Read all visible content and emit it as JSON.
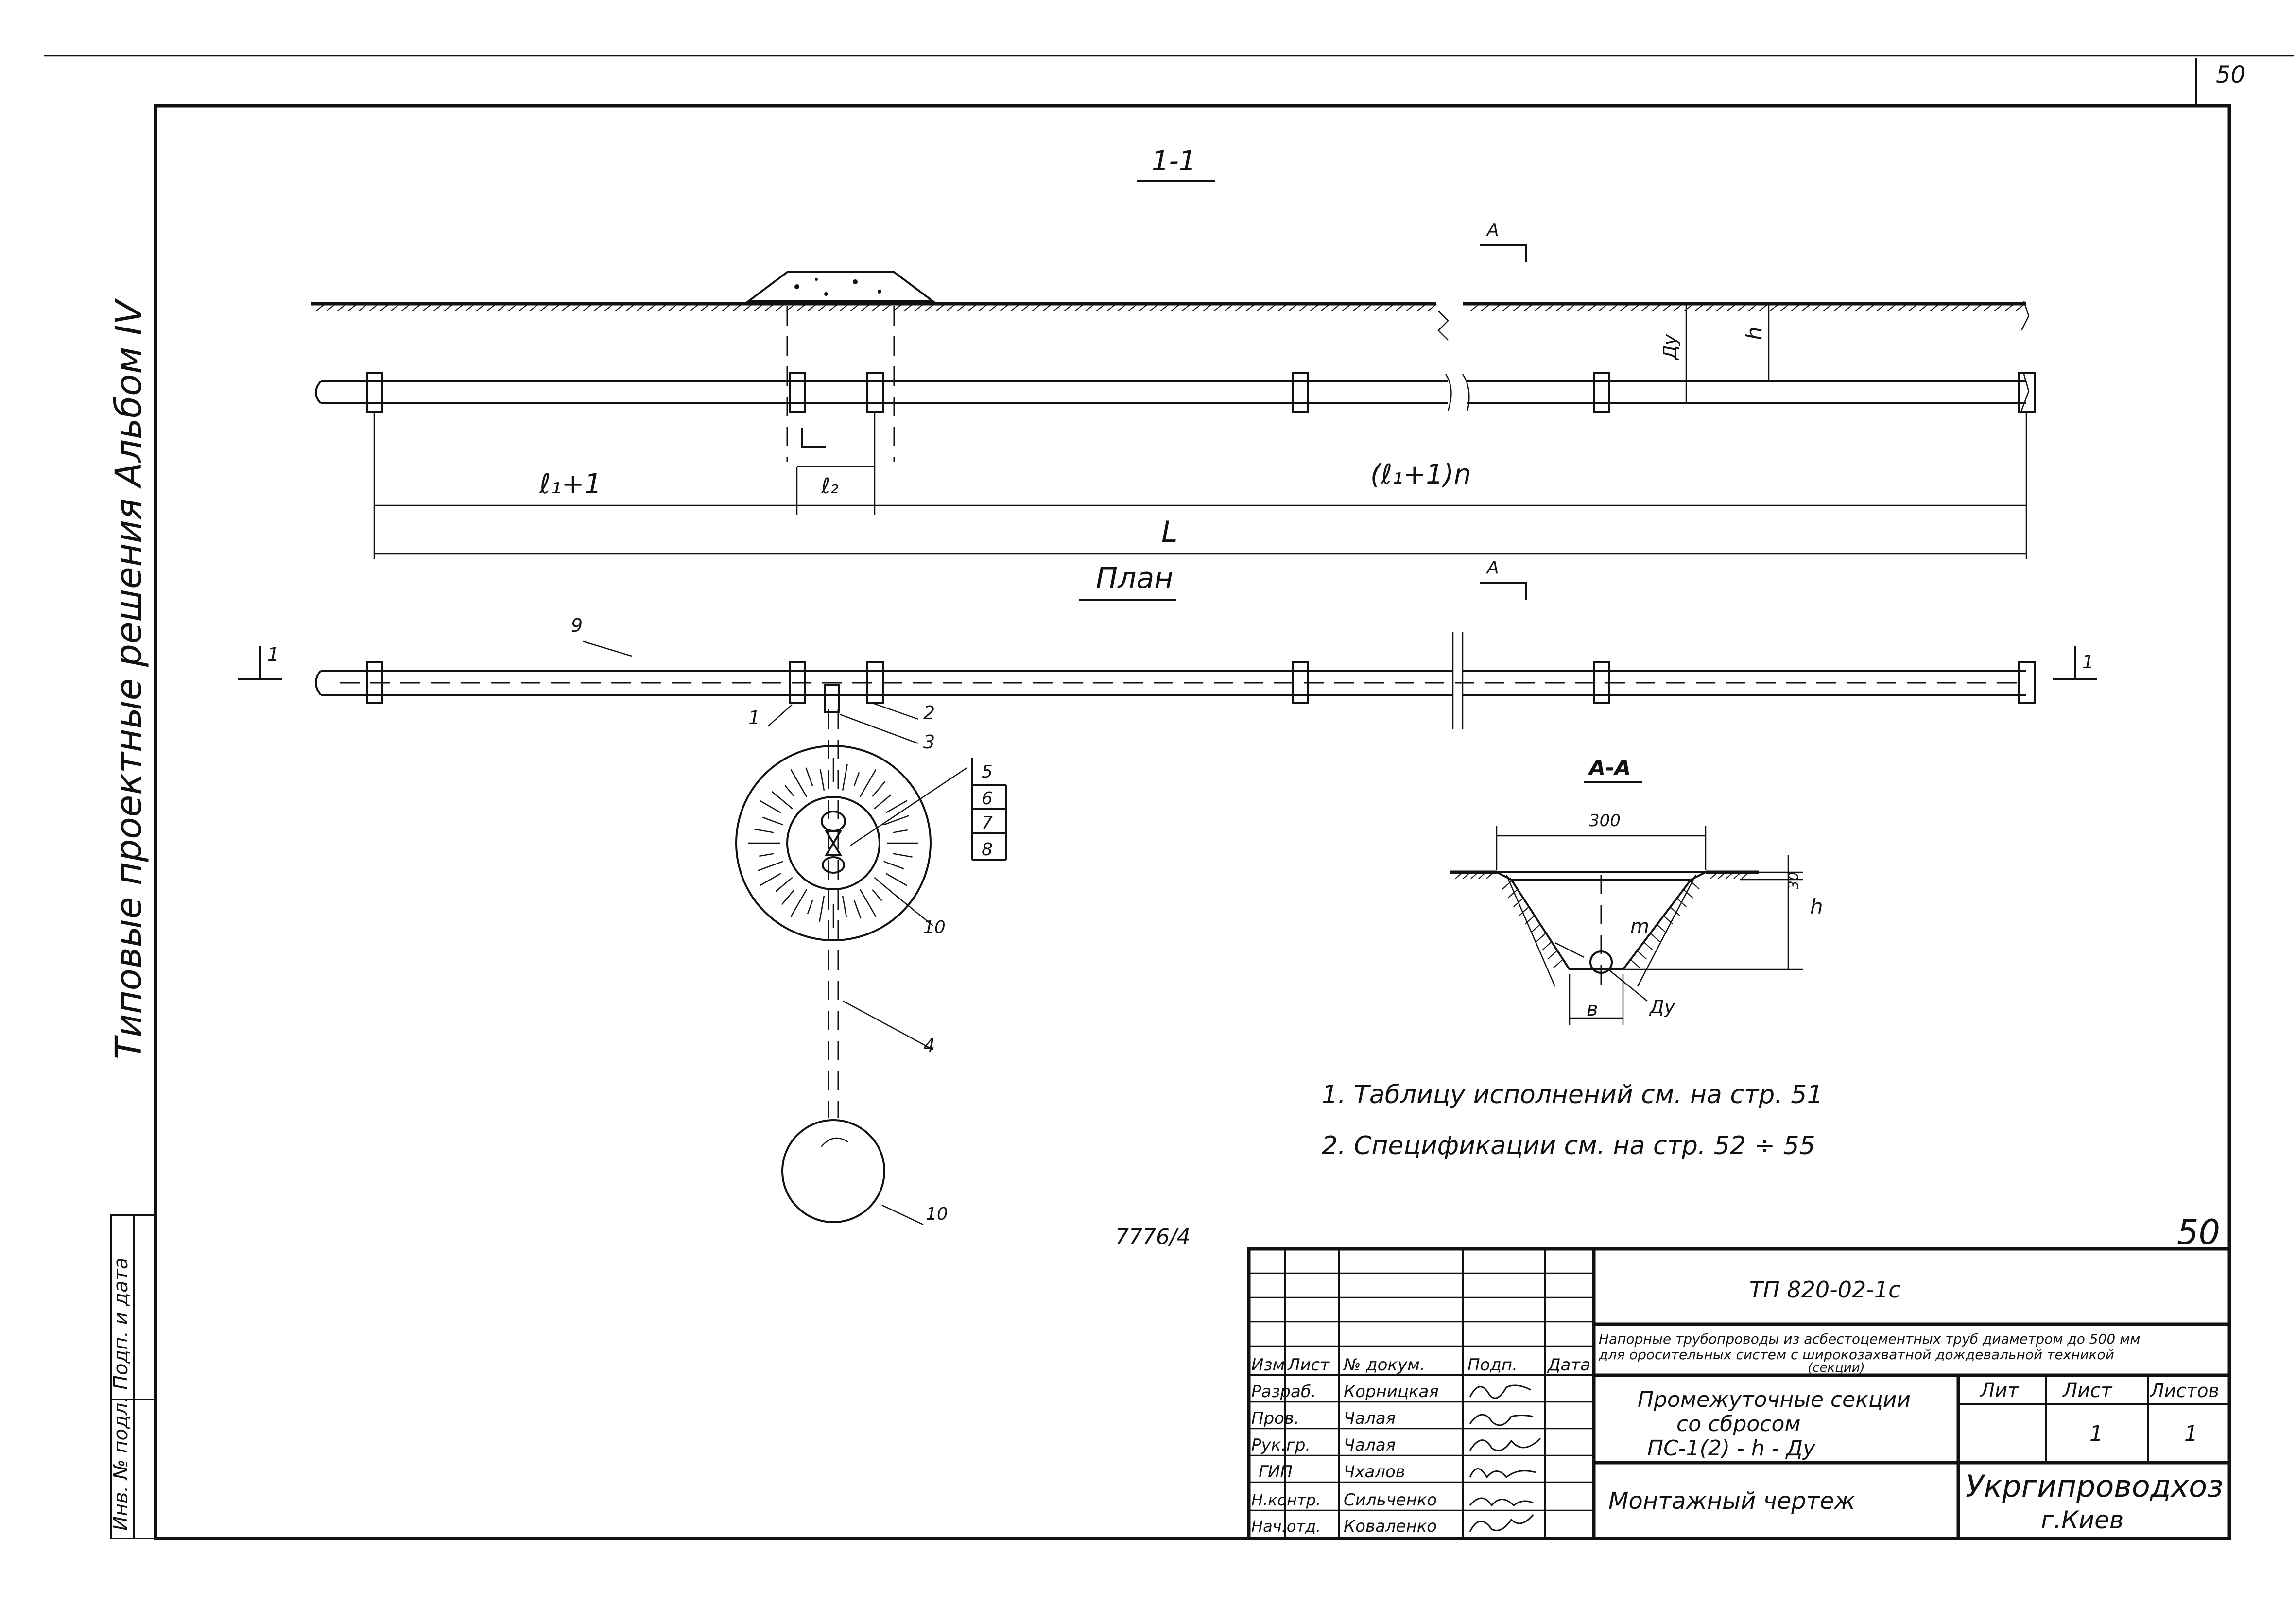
{
  "page": {
    "number": "50",
    "stamp_number": "50",
    "doc_ref": "7776/4"
  },
  "side_margin": {
    "album_title": "Типовые проектные решения  Альбом IV",
    "podp_i_data": "Подп. и дата",
    "inv_no": "Инв. № подл."
  },
  "section_1_1": {
    "title": "1-1",
    "label_A_top": "А",
    "dim_l1": "ℓ₁+1",
    "dim_l2": "ℓ₂",
    "dim_l1n": "(ℓ₁+1)n",
    "dim_L": "L",
    "dim_Dy": "Ду",
    "dim_h": "h"
  },
  "plan": {
    "title": "План",
    "label_A_bottom": "А",
    "section_mark_left": "1",
    "section_mark_right": "1",
    "callouts": [
      "1",
      "2",
      "3",
      "4",
      "5",
      "6",
      "7",
      "8",
      "9",
      "10",
      "10"
    ]
  },
  "section_A_A": {
    "title": "А-А",
    "dim_300": "300",
    "dim_30": "30",
    "dim_h": "h",
    "dim_m": "m",
    "dim_b": "в",
    "dim_Dy": "Ду"
  },
  "notes": [
    "1. Таблицу исполнений  см. на  стр. 51",
    "2. Спецификации  см. на  стр. 52 ÷ 55"
  ],
  "title_block": {
    "code": "ТП  820-02-1с",
    "subject_line1": "Напорные трубопроводы из асбестоцементных труб диаметром до 500 мм",
    "subject_line2": "для оросительных систем с широкозахватной дождевальной техникой",
    "subject_line3": "(секции)",
    "headers": {
      "izm": "Изм",
      "list": "Лист",
      "doc": "№ докум.",
      "podp": "Подп.",
      "data": "Дата"
    },
    "roles": [
      {
        "role": "Разраб.",
        "name": "Корницкая"
      },
      {
        "role": "Пров.",
        "name": "Чалая"
      },
      {
        "role": "Рук.гр.",
        "name": "Чалая"
      },
      {
        "role": "ГИП",
        "name": "Чхалов"
      },
      {
        "role": "Н.контр.",
        "name": "Сильченко"
      },
      {
        "role": "Нач.отд.",
        "name": "Коваленко"
      }
    ],
    "sheet_name_line1": "Промежуточные секции",
    "sheet_name_line2": "со сбросом",
    "sheet_name_line3": "ПС-1(2) - h - Ду",
    "drawing_type": "Монтажный чертеж",
    "lit_label": "Лит",
    "list_label": "Лист",
    "listov_label": "Листов",
    "list_value": "1",
    "listov_value": "1",
    "org": "Укргипроводхоз",
    "city": "г.Киев"
  }
}
